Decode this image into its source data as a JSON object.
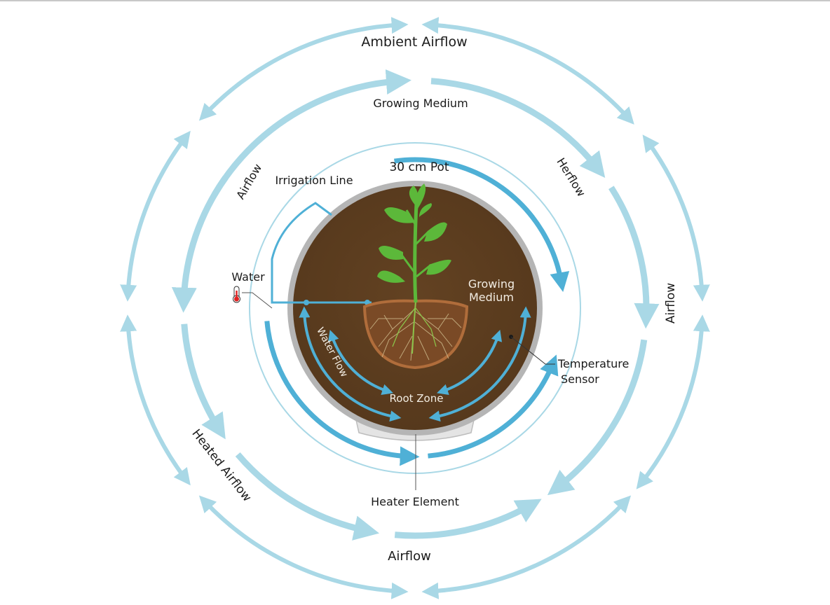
{
  "diagram": {
    "labels": {
      "ambient_airflow": "Ambient Airflow",
      "growing_medium_outer": "Growing Medium",
      "pot": "30 cm Pot",
      "irrigation_line": "Irrigation Line",
      "airflow_left": "Airflow",
      "herflow": "Herflow",
      "airflow_right": "Airflow",
      "water": "Water",
      "growing_medium_inner_line1": "Growing",
      "growing_medium_inner_line2": "Medium",
      "water_flow": "Water Flow",
      "root_zone": "Root Zone",
      "temperature_sensor_line1": "Temperature",
      "temperature_sensor_line2": "Sensor",
      "heater_element": "Heater Element",
      "heated_airflow": "Heated Airflow",
      "airflow_bottom": "Airflow"
    },
    "icons": {
      "thermometer": "thermometer-icon",
      "plant": "plant-icon"
    },
    "colors": {
      "air_light": "#a9d8e6",
      "water_blue": "#4fb0d6",
      "soil": "#5a3b1f",
      "pot_rim": "#b5b5b5",
      "leaf": "#5cb83a",
      "root": "#c9b68a",
      "root_ball": "#a8683a",
      "heater": "#e4e4e4",
      "thermo_red": "#e02020"
    }
  }
}
